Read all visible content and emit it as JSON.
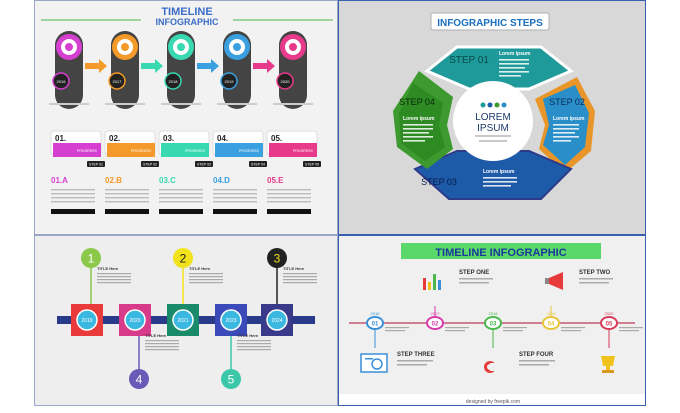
{
  "panel1": {
    "title_line1": "TIMELINE",
    "title_line2": "INFOGRAPHIC",
    "years": [
      "2016",
      "2017",
      "2018",
      "2019",
      "2020"
    ],
    "step_numbers": [
      "01.",
      "02.",
      "03.",
      "04.",
      "05."
    ],
    "mini_label": "PROGRESS",
    "step_tags": [
      "STEP 01",
      "STEP 02",
      "STEP 03",
      "STEP 04",
      "STEP 05"
    ],
    "letter_labels": [
      "01.A",
      "02.B",
      "03.C",
      "04.D",
      "05.E"
    ],
    "colors": [
      "#d640d0",
      "#f49a2a",
      "#38d8b0",
      "#3aa0e0",
      "#e83a8a"
    ]
  },
  "panel2": {
    "title": "INFOGRAPHIC STEPS",
    "center_line1": "LOREM",
    "center_line2": "IPSUM",
    "step1": "STEP\n01",
    "step2": "STEP\n02",
    "step3": "STEP\n03",
    "step4": "STEP\n04",
    "step1_label": "STEP 01",
    "step2_label": "STEP 02",
    "step3_label": "STEP 03",
    "step4_label": "STEP 04",
    "lorem_title": "Lorem ipsum",
    "colors": {
      "teal": "#1f9a9a",
      "orange": "#e8962a",
      "blue": "#1d5aa8",
      "green": "#3c9a2e"
    }
  },
  "panel3": {
    "numbers": [
      "1",
      "2",
      "3",
      "4",
      "5"
    ],
    "years": [
      "2019",
      "2020",
      "2021",
      "2023",
      "2024"
    ],
    "heading": "TITLE Here",
    "number_colors": [
      "#8cc84a",
      "#f2e21c",
      "#222222",
      "#6a5ab8",
      "#3ac8a8"
    ]
  },
  "panel4": {
    "title": "TIMELINE INFOGRAPHIC",
    "nodes": [
      "01",
      "02",
      "03",
      "04",
      "05"
    ],
    "years": [
      "2016",
      "2017",
      "2018",
      "2019",
      "2020"
    ],
    "step_one": "STEP ONE",
    "step_two": "STEP TWO",
    "step_three": "STEP THREE",
    "step_four": "STEP FOUR",
    "footer": "designed by freepik.com",
    "node_colors": [
      "#3a8fd8",
      "#d63aa8",
      "#4ab84a",
      "#e8c43a",
      "#d83a5a"
    ]
  }
}
